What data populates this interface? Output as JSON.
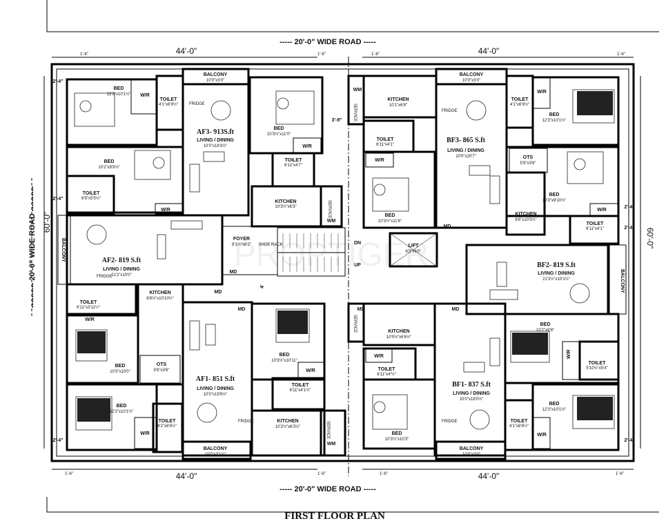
{
  "roads": {
    "top": "----- 20'-0\" WIDE ROAD -----",
    "bottom": "----- 20'-0\" WIDE ROAD -----",
    "left": "---------- 20'-0\" WIDE ROAD ----------"
  },
  "dimensions": {
    "width_left": "44'-0\"",
    "width_right": "44'-0\"",
    "depth_left": "60'-0\"",
    "depth_right": "60'-0\"",
    "setback": "1'-6\"",
    "offset_2_4": "2'-4\"",
    "gap_3_9": "3'-9\"",
    "gap_4": "4'"
  },
  "units": {
    "af3": "AF3- 913S.ft",
    "af2": "AF2- 819 S.ft",
    "af1": "AF1- 851 S.ft",
    "bf3": "BF3- 865 S.ft",
    "bf2": "BF2- 819 S.ft",
    "bf1": "BF1- 837 S.ft"
  },
  "rooms": {
    "bed_a_tl": "BED",
    "bed_a_tl_dim": "12'3\"x10'1½\"",
    "toilet_a_tl": "TOILET",
    "toilet_a_tl_dim": "4'1\"x6'9½\"",
    "balcony_a_top": "BALCONY",
    "balcony_a_top_dim": "10'0\"x3'0\"",
    "living_af3": "LIVING / DINING",
    "living_af3_dim": "10'0\"x18'3½\"",
    "bed_af3": "BED",
    "bed_af3_dim": "10'3½\"x11'0\"",
    "toilet_af3": "TOILET",
    "toilet_af3_dim": "6'11\"x4'7\"",
    "kitchen_af3": "KITCHEN",
    "kitchen_af3_dim": "10'3½\"x6'3\"",
    "service_af3": "SERVICE",
    "bed_af2": "BED",
    "bed_af2_dim": "10'2\"x9'9½\"",
    "toilet_af2": "TOILET",
    "toilet_af2_dim": "6'9\"x5'5½\"",
    "balcony_af2": "BALCONY",
    "living_af2": "LIVING / DINING",
    "living_af2_dim": "21'2\"x10'0\"",
    "foyer": "FOYER",
    "foyer_dim": "8'1½\"x6'2\"",
    "shoe_rack": "SHOE RACK",
    "toilet_af2b": "TOILET",
    "toilet_af2b_dim": "6'11\"x3'11½\"",
    "kitchen_af2": "KITCHEN",
    "kitchen_af2_dim": "6'8½\"x10'10½\"",
    "bed_af2b": "BED",
    "bed_af2b_dim": "10'3\"x10'0\"",
    "ots_a": "OTS",
    "ots_a_dim": "5'6\"x3'6\"",
    "bed_af1": "BED",
    "bed_af1_dim": "10'3½\"x10'11\"",
    "toilet_af1": "TOILET",
    "toilet_af1_dim": "6'11\"x4'1½\"",
    "living_af1": "LIVING / DINING",
    "living_af1_dim": "10'0\"x19'9½\"",
    "bed_a_bl": "BED",
    "bed_a_bl_dim": "12'2\"x10'1½\"",
    "toilet_a_bl": "TOILET",
    "toilet_a_bl_dim": "4'2\"x6'9½\"",
    "kitchen_af1": "KITCHEN",
    "kitchen_af1_dim": "10'2½\"x6'3½\"",
    "balcony_a_bot": "BALCONY",
    "balcony_a_bot_dim": "10'0\"x3'1½\"",
    "kitchen_bf3": "KITCHEN",
    "kitchen_bf3_dim": "10'1\"x6'8\"",
    "balcony_b_top": "BALCONY",
    "balcony_b_top_dim": "10'0\"x3'0\"",
    "toilet_b_tr": "TOILET",
    "toilet_b_tr_dim": "4'1\"x6'9½\"",
    "bed_b_tr": "BED",
    "bed_b_tr_dim": "12'3\"x10'1½\"",
    "toilet_bf3": "TOILET",
    "toilet_bf3_dim": "6'11\"x4'1\"",
    "living_bf3": "LIVING / DINING",
    "living_bf3_dim": "10'0\"x20'7\"",
    "bed_bf3": "BED",
    "bed_bf3_dim": "10'3½\"x11'6\"",
    "ots_b": "OTS",
    "ots_b_dim": "5'9\"x3'6\"",
    "bed_bf2": "BED",
    "bed_bf2_dim": "10'3\"x9'10½\"",
    "kitchen_bf2": "KITCHEN",
    "kitchen_bf2_dim": "6'6\"x10'3½\"",
    "toilet_bf2": "TOILET",
    "toilet_bf2_dim": "6'11\"x4'1\"",
    "lift": "LIFT",
    "lift_dim": "6'3\"x6'0\"",
    "living_bf2": "LIVING / DINING",
    "living_bf2_dim": "21'3½\"x10'1½\"",
    "balcony_bf2": "BALCONY",
    "kitchen_bf1": "KITCHEN",
    "kitchen_bf1_dim": "10'0½\"x6'6½\"",
    "bed_bf2b": "BED",
    "bed_bf2b_dim": "10'2\"x9'8\"",
    "toilet_bf2b": "TOILET",
    "toilet_bf2b_dim": "5'10½\"x5'4\"",
    "toilet_bf1": "TOILET",
    "toilet_bf1_dim": "6'11\"x4'½\"",
    "living_bf1": "LIVING / DINING",
    "living_bf1_dim": "10'0\"x18'0½\"",
    "bed_bf1": "BED",
    "bed_bf1_dim": "10'3½\"x10'3\"",
    "toilet_b_br": "TOILET",
    "toilet_b_br_dim": "4'1\"x6'9½\"",
    "bed_b_br": "BED",
    "bed_b_br_dim": "12'3\"x10'1½\"",
    "balcony_b_bot": "BALCONY",
    "balcony_b_bot_dim": "10'0\"x3'0\""
  },
  "labels": {
    "wr": "W/R",
    "md": "MD",
    "fridge": "FRIDGE",
    "wm": "WM",
    "dn": "DN",
    "up": "UP",
    "service": "SERVICE"
  },
  "watermark": "PROPTIGER",
  "title": "FIRST FLOOR PLAN"
}
